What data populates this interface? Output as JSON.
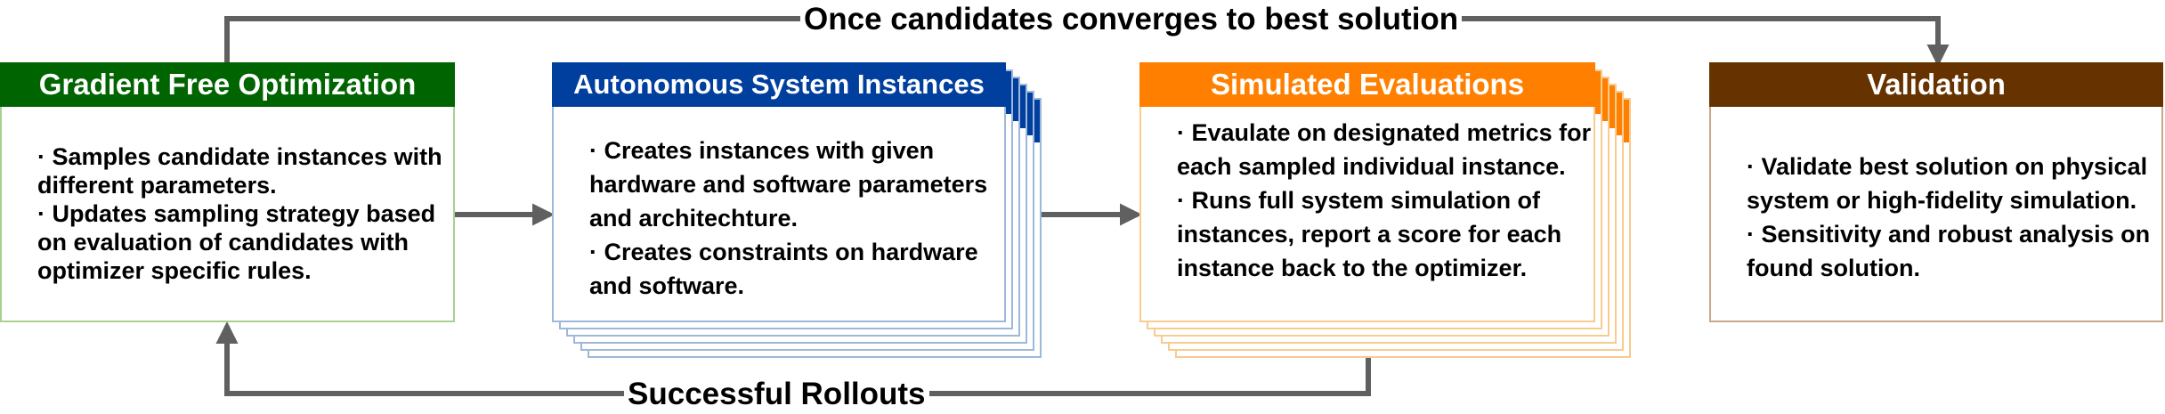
{
  "colors": {
    "arrow": "#606060",
    "gfo_title": "#006400",
    "gfo_border": "#a9d18e",
    "asi_title": "#003f9e",
    "asi_border": "#9db8d9",
    "sim_title": "#ff8000",
    "sim_border": "#f8cb8f",
    "val_title": "#663300",
    "val_border": "#c9a88a"
  },
  "labels": {
    "top": "Once candidates converges to best solution",
    "bottom": "Successful Rollouts"
  },
  "gfo": {
    "title": "Gradient Free Optimization",
    "bullets": [
      "· Samples candidate instances with different parameters.",
      "· Updates sampling strategy based on evaluation of candidates with optimizer specific rules."
    ]
  },
  "asi": {
    "title": "Autonomous System Instances",
    "bullets": [
      "· Creates instances with given hardware and software parameters and architechture.",
      "· Creates constraints on hardware and software."
    ]
  },
  "sim": {
    "title": "Simulated Evaluations",
    "bullets": [
      "· Evaulate on designated metrics for each sampled individual instance.",
      "· Runs full system simulation of instances, report a score for each instance back to the optimizer."
    ]
  },
  "val": {
    "title": "Validation",
    "bullets": [
      "· Validate best solution on physical system or high-fidelity simulation.",
      "· Sensitivity and robust analysis on found solution."
    ]
  }
}
